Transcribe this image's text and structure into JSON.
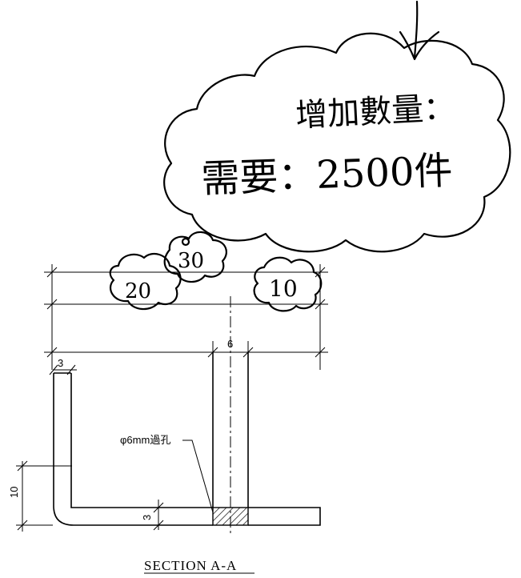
{
  "note": {
    "line1": "增加數量：",
    "line2": "需要：2500件"
  },
  "clouds": {
    "left": "20",
    "middle": "30",
    "right": "10"
  },
  "dimensions": {
    "top_gap": "6",
    "wall_left": "3",
    "base_thickness": "3",
    "flange_height": "10"
  },
  "hole_label": "φ6mm過孔",
  "section_title": "SECTION A-A"
}
